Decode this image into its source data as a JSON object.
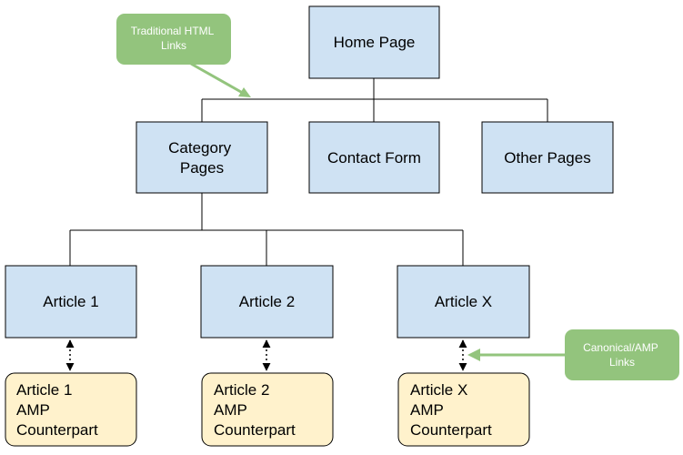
{
  "colors": {
    "page_fill": "#cfe2f3",
    "amp_fill": "#fff2cc",
    "callout_fill": "#93c47d",
    "border": "#000000",
    "callout_text": "#ffffff"
  },
  "nodes": {
    "home": {
      "lines": [
        "Home Page"
      ]
    },
    "category": {
      "lines": [
        "Category",
        "Pages"
      ]
    },
    "contact": {
      "lines": [
        "Contact Form"
      ]
    },
    "other": {
      "lines": [
        "Other Pages"
      ]
    },
    "article1": {
      "lines": [
        "Article 1"
      ]
    },
    "article2": {
      "lines": [
        "Article 2"
      ]
    },
    "articleX": {
      "lines": [
        "Article X"
      ]
    },
    "amp1": {
      "lines": [
        "Article 1",
        "AMP",
        "Counterpart"
      ]
    },
    "amp2": {
      "lines": [
        "Article 2",
        "AMP",
        "Counterpart"
      ]
    },
    "ampX": {
      "lines": [
        "Article X",
        "AMP",
        "Counterpart"
      ]
    }
  },
  "callouts": {
    "html_links": {
      "lines": [
        "Traditional HTML",
        "Links"
      ]
    },
    "amp_links": {
      "lines": [
        "Canonical/AMP",
        "Links"
      ]
    }
  }
}
